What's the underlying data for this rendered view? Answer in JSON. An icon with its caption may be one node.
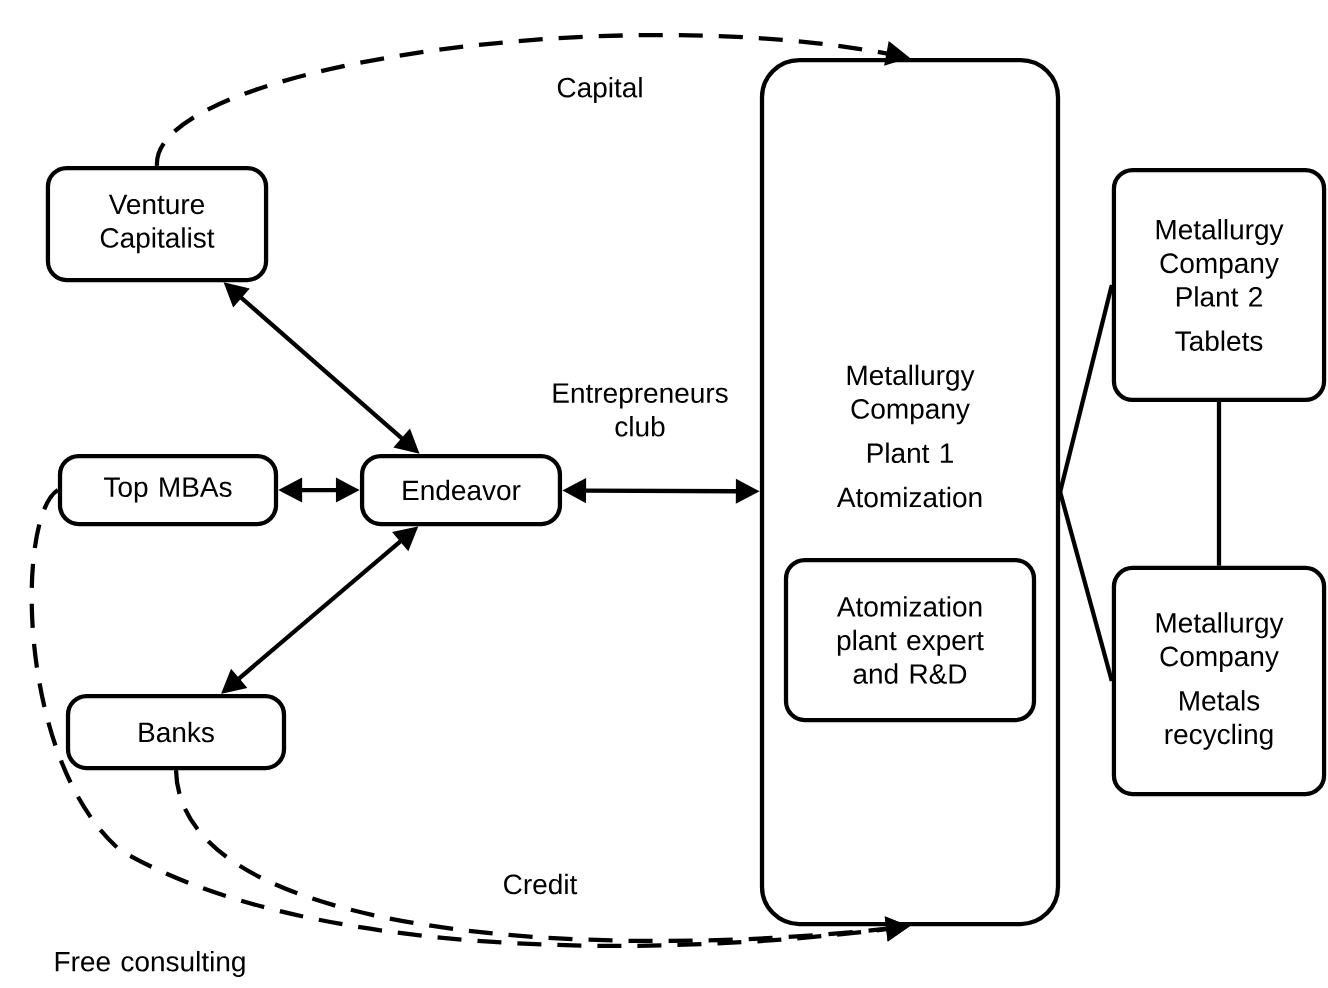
{
  "diagram": {
    "nodes": [
      {
        "text": [
          "Venture Capitalist"
        ]
      },
      {
        "text": [
          "Top MBAs"
        ]
      },
      {
        "text": [
          "Endeavor"
        ]
      },
      {
        "text": [
          "Banks"
        ]
      },
      {
        "text": [
          "Metallurgy Company",
          "Plant 1",
          "Atomization"
        ]
      },
      {
        "text": [
          "Atomization plant expert and R&D"
        ],
        "in": 4
      },
      {
        "text": [
          "Metallurgy Company Plant 2",
          "Tablets"
        ]
      },
      {
        "text": [
          "Metallurgy Company",
          "Metals recycling"
        ]
      }
    ],
    "edges": [
      {
        "from": 0,
        "to": 2,
        "arrow": "both"
      },
      {
        "from": 1,
        "to": 2,
        "arrow": "both"
      },
      {
        "from": 2,
        "to": 4,
        "arrow": "both",
        "label": "Entrepreneurs club"
      },
      {
        "from": 2,
        "to": 3,
        "arrow": "both"
      },
      {
        "from": 0,
        "to": 4,
        "arrow": "to",
        "style": "dashed",
        "label": "Capital"
      },
      {
        "from": 3,
        "to": 4,
        "arrow": "to",
        "style": "dashed",
        "label": "Credit"
      },
      {
        "from": 1,
        "to": 4,
        "arrow": "to",
        "style": "dashed",
        "label": "Free consulting"
      },
      {
        "from": 4,
        "to": 6,
        "arrow": "none"
      },
      {
        "from": 4,
        "to": 7,
        "arrow": "none"
      },
      {
        "from": 6,
        "to": 7,
        "arrow": "none"
      }
    ]
  }
}
